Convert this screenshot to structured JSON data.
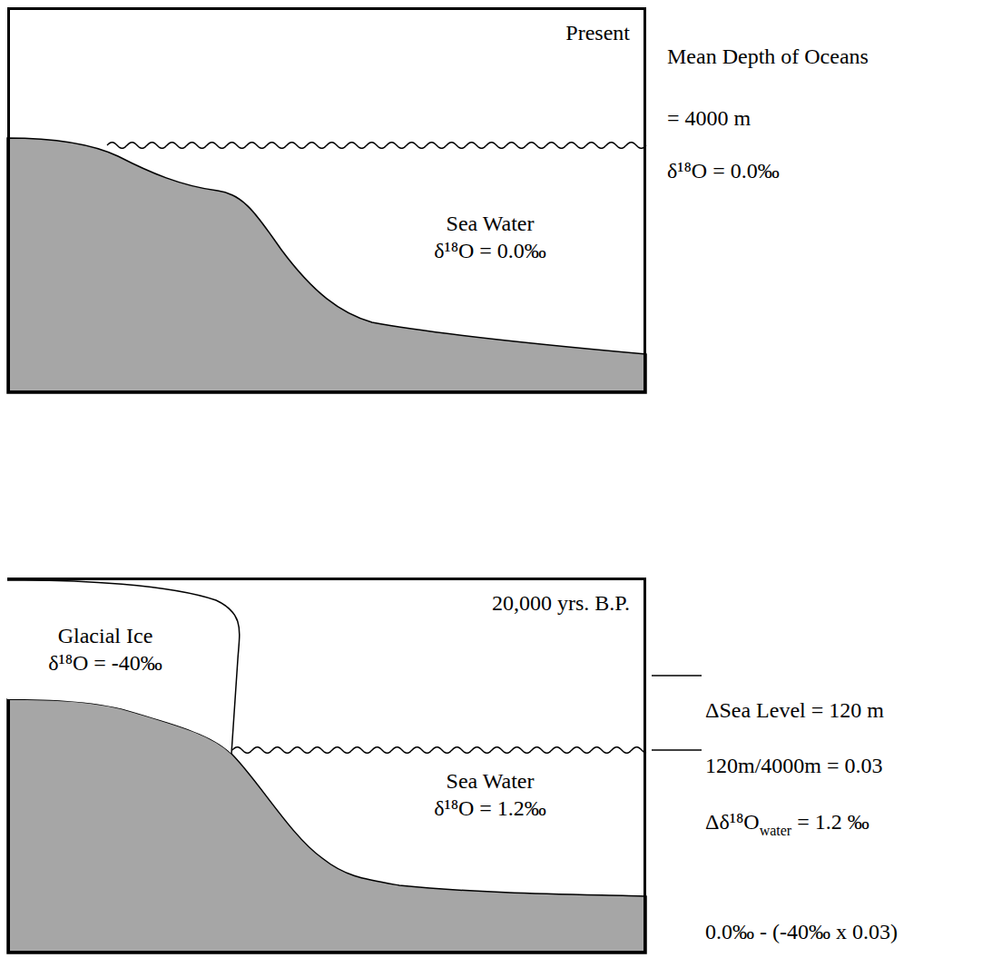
{
  "diagram": {
    "nodes": [
      {
        "text": [
          "Present"
        ]
      },
      {
        "text": [
          "20,000 yrs. B.P."
        ]
      },
      {
        "text": [
          "Glacial Ice",
          "δ¹⁸O = -40‰"
        ],
        "in": 1
      }
    ],
    "labels": [
      "Sea Water",
      "δ¹⁸O = 0.0‰",
      "Mean Depth of Oceans",
      "= 4000 m",
      "δ¹⁸O = 0.0‰",
      "Sea Water",
      "δ¹⁸O = 1.2‰",
      "ΔSea Level = 120 m",
      "120m/4000m = 0.03",
      "Δδ¹⁸O",
      "water",
      "= 1.2 ‰",
      "0.0‰ - (-40‰ x 0.03)"
    ]
  }
}
